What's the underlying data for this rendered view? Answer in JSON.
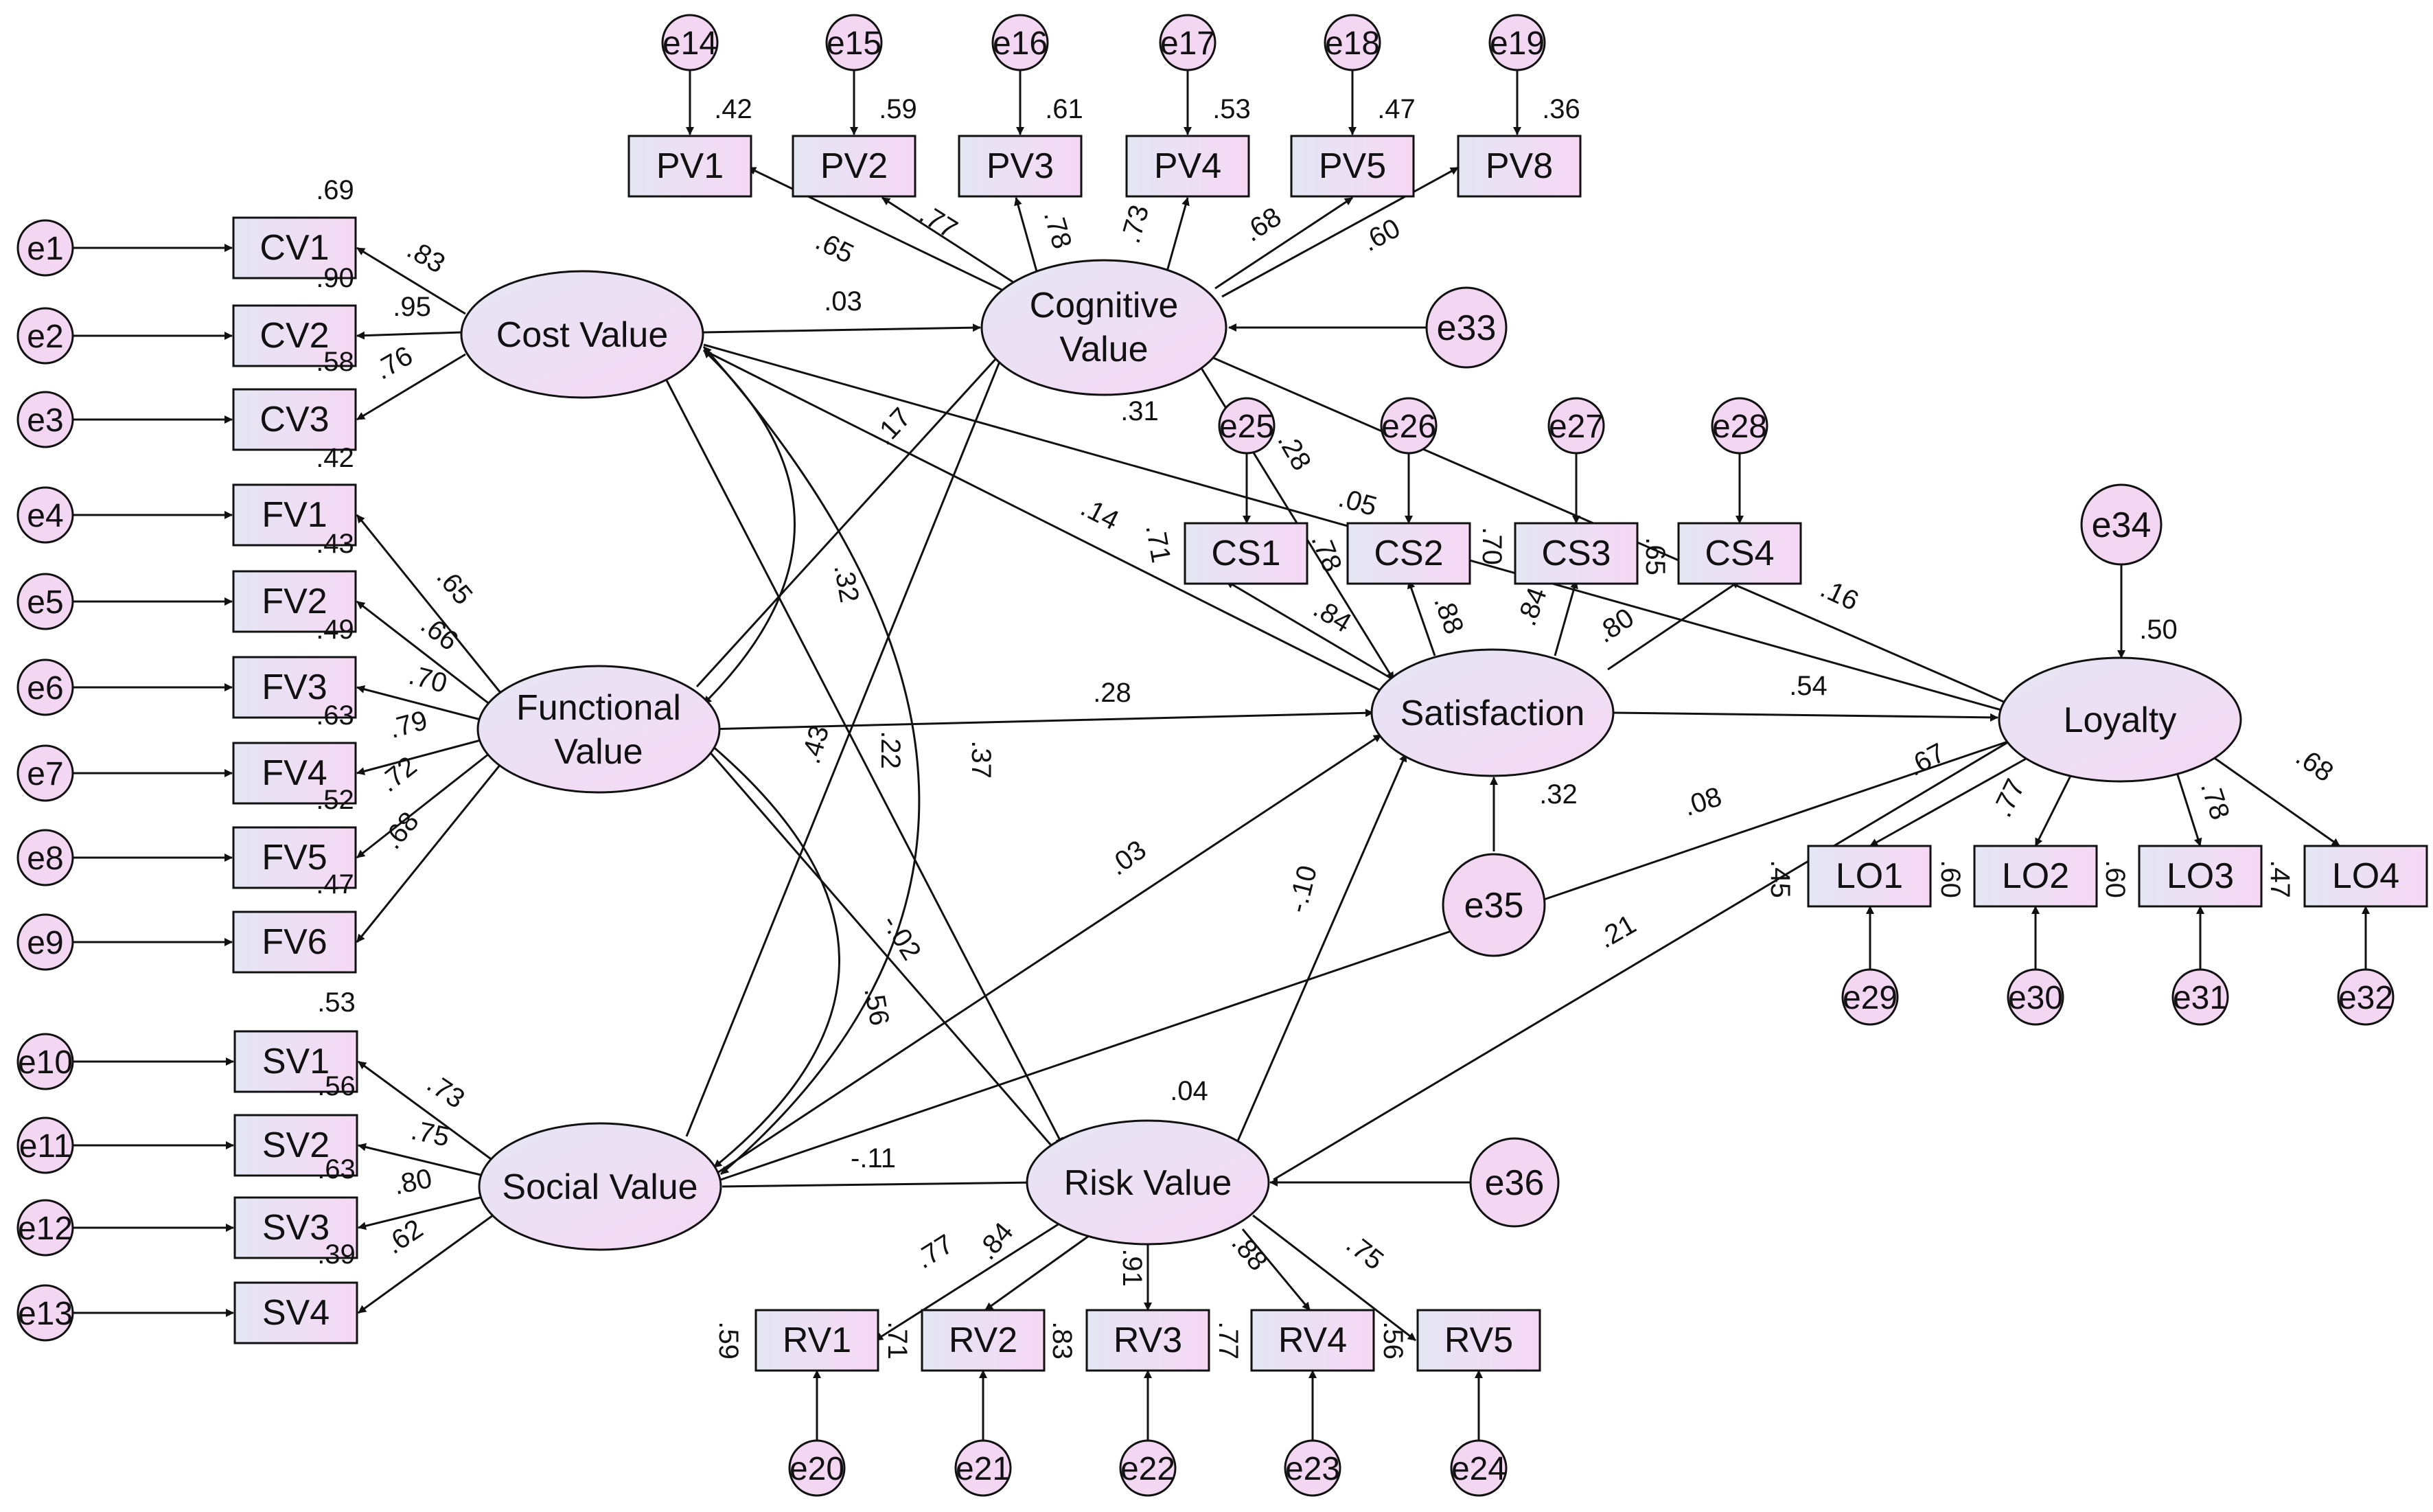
{
  "colors": {
    "error_fill": "#f2d6f2",
    "box_fill_light": "#e4e6f4",
    "box_fill_dark": "#f6d8f4",
    "stroke": "#111111"
  },
  "nodes": {
    "CV1": "CV1",
    "CV2": "CV2",
    "CV3": "CV3",
    "FV1": "FV1",
    "FV2": "FV2",
    "FV3": "FV3",
    "FV4": "FV4",
    "FV5": "FV5",
    "FV6": "FV6",
    "SV1": "SV1",
    "SV2": "SV2",
    "SV3": "SV3",
    "SV4": "SV4",
    "PV1": "PV1",
    "PV2": "PV2",
    "PV3": "PV3",
    "PV4": "PV4",
    "PV5": "PV5",
    "PV8": "PV8",
    "CS1": "CS1",
    "CS2": "CS2",
    "CS3": "CS3",
    "CS4": "CS4",
    "LO1": "LO1",
    "LO2": "LO2",
    "LO3": "LO3",
    "LO4": "LO4",
    "RV1": "RV1",
    "RV2": "RV2",
    "RV3": "RV3",
    "RV4": "RV4",
    "RV5": "RV5",
    "CostValue": "Cost Value",
    "FunctionalValue1": "Functional",
    "FunctionalValue2": "Value",
    "SocialValue": "Social Value",
    "CognitiveValue1": "Cognitive",
    "CognitiveValue2": "Value",
    "Satisfaction": "Satisfaction",
    "Loyalty": "Loyalty",
    "RiskValue": "Risk Value",
    "e1": "e1",
    "e2": "e2",
    "e3": "e3",
    "e4": "e4",
    "e5": "e5",
    "e6": "e6",
    "e7": "e7",
    "e8": "e8",
    "e9": "e9",
    "e10": "e10",
    "e11": "e11",
    "e12": "e12",
    "e13": "e13",
    "e14": "e14",
    "e15": "e15",
    "e16": "e16",
    "e17": "e17",
    "e18": "e18",
    "e19": "e19",
    "e20": "e20",
    "e21": "e21",
    "e22": "e22",
    "e23": "e23",
    "e24": "e24",
    "e25": "e25",
    "e26": "e26",
    "e27": "e27",
    "e28": "e28",
    "e29": "e29",
    "e30": "e30",
    "e31": "e31",
    "e32": "e32",
    "e33": "e33",
    "e34": "e34",
    "e35": "e35",
    "e36": "e36"
  },
  "coefficients": {
    "r2_CV1": ".69",
    "r2_CV2": ".90",
    "r2_CV3": ".58",
    "r2_FV1": ".42",
    "r2_FV2": ".43",
    "r2_FV3": ".49",
    "r2_FV4": ".63",
    "r2_FV5": ".52",
    "r2_FV6": ".47",
    "r2_SV1": ".53",
    "r2_SV2": ".56",
    "r2_SV3": ".63",
    "r2_SV4": ".39",
    "r2_PV1": ".42",
    "r2_PV2": ".59",
    "r2_PV3": ".61",
    "r2_PV4": ".53",
    "r2_PV5": ".47",
    "r2_PV8": ".36",
    "r2_CS2": ".70",
    "r2_CS3": ".65",
    "r2_LO1": ".60",
    "r2_LO2": ".60",
    "r2_LO3": ".47",
    "r2_RV1": ".59",
    "r2_RV2": ".71",
    "r2_RV3": ".83",
    "r2_RV4": ".77",
    "r2_RV5": ".56",
    "r2_Cognitive": ".31",
    "r2_Satisfaction": ".32",
    "r2_Loyalty": ".50",
    "r2_Risk": ".04",
    "l_CV1": ".83",
    "l_CV2": ".95",
    "l_CV3": ".76",
    "l_FV1": ".65",
    "l_FV2": ".66",
    "l_FV3": ".70",
    "l_FV4": ".79",
    "l_FV5": ".72",
    "l_FV6": ".68",
    "l_SV1": ".73",
    "l_SV2": ".75",
    "l_SV3": ".80",
    "l_SV4": ".62",
    "l_PV1": ".65",
    "l_PV2": ".77",
    "l_PV3": ".78",
    "l_PV4": ".73",
    "l_PV5": ".68",
    "l_PV8": ".60",
    "l_CS1": ".84",
    "l_CS2": ".88",
    "l_CS3": ".84",
    "l_CS4": ".80",
    "l_CS2b": ".78",
    "l_CS3b": ".28",
    "l_LO1": ".67",
    "l_LO2": ".77",
    "l_LO3": ".78",
    "l_LO4": ".68",
    "l_RV1": ".77",
    "l_RV2": ".84",
    "l_RV3": ".91",
    "l_RV4": ".88",
    "l_RV5": ".75",
    "p_CostCog": ".03",
    "p_Cost_Sat": ".14",
    "p_Cost_Sat2": ".17",
    "p_Cost_Loy": ".05",
    "p_Cost_Risk": ".22",
    "p_FuncSat": ".28",
    "p_Func_Cog": ".71",
    "p_Func_Risk": "-.02",
    "p_Soc_Cog": ".43",
    "p_Soc_Sat": ".03",
    "p_Soc_Loy": ".08",
    "p_Soc_Risk": "-.11",
    "p_Cog_Loy": ".16",
    "p_Sat_Loy": ".54",
    "p_Risk_Sat": "-.10",
    "p_Risk_Loy": ".21",
    "p_Risk_Loy2": ".45",
    "c_Cost_Func": ".32",
    "c_Cost_Soc": ".37",
    "c_Func_Soc": ".56"
  }
}
